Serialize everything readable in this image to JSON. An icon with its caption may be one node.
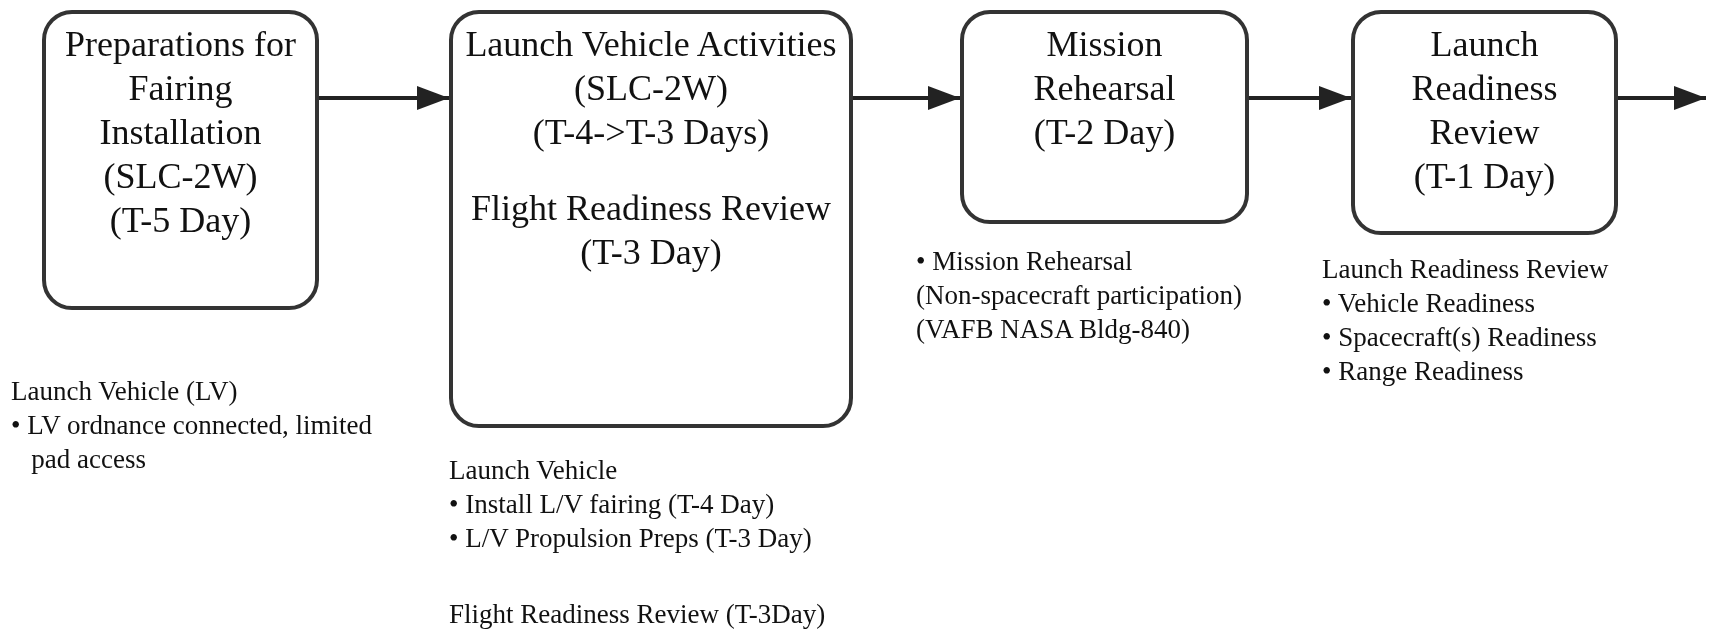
{
  "diagram": {
    "nodes": [
      {
        "text": [
          "Preparations for Fairing Installation",
          "(SLC-2W)",
          "(T-5 Day)"
        ],
        "beside": [
          "Launch Vehicle (LV)",
          "• LV ordnance connected, limited pad access"
        ]
      },
      {
        "text": [
          "Launch Vehicle Activities",
          "(SLC-2W)",
          "(T-4->T-3 Days)",
          "Flight Readiness Review",
          "(T-3 Day)"
        ],
        "beside": [
          "Launch Vehicle",
          "• Install L/V fairing (T-4 Day)",
          "• L/V Propulsion Preps (T-3 Day)",
          "Flight Readiness Review (T-3Day)"
        ]
      },
      {
        "text": [
          "Mission Rehearsal",
          "(T-2 Day)"
        ],
        "beside": [
          "• Mission Rehearsal",
          "(Non-spacecraft participation)",
          "(VAFB NASA Bldg-840)"
        ]
      },
      {
        "text": [
          "Launch Readiness Review",
          "(T-1 Day)"
        ],
        "beside": [
          "Launch Readiness Review",
          "• Vehicle Readiness",
          "• Spacecraft(s) Readiness",
          "• Range Readiness"
        ]
      }
    ],
    "edges": [
      {
        "from": 0,
        "to": 1,
        "arrow": "to"
      },
      {
        "from": 1,
        "to": 2,
        "arrow": "to"
      },
      {
        "from": 2,
        "to": 3,
        "arrow": "to"
      },
      {
        "from": 3,
        "to": null,
        "arrow": "to"
      }
    ]
  }
}
